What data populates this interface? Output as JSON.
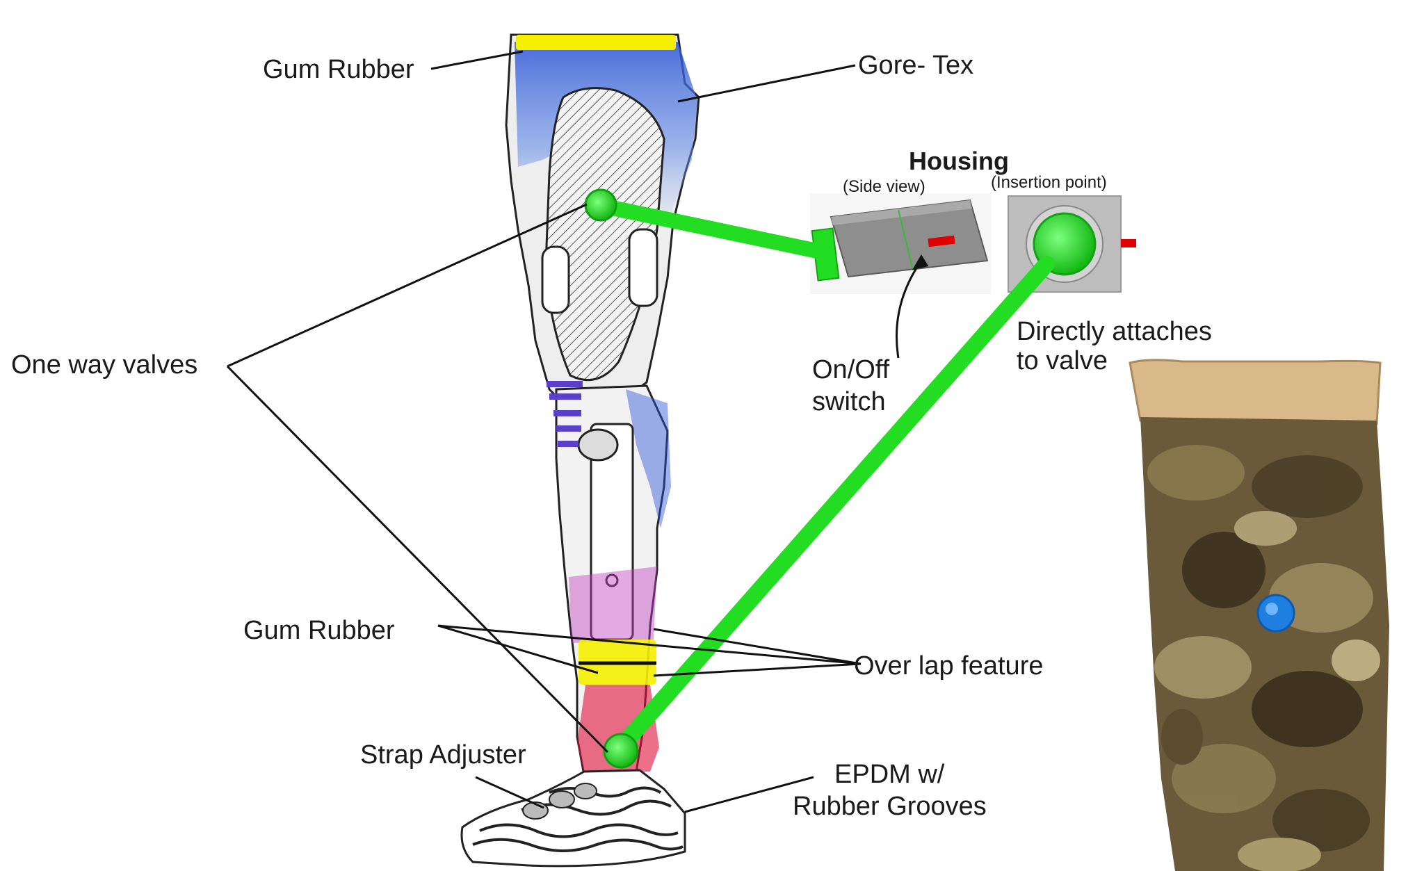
{
  "labels": {
    "gum_rubber_top": "Gum Rubber",
    "gore_tex": "Gore- Tex",
    "one_way_valves": "One way valves",
    "housing_title": "Housing",
    "side_view": "(Side view)",
    "insertion_point": "(Insertion point)",
    "on_off_line1": "On/Off",
    "on_off_line2": "switch",
    "directly_line1": "Directly attaches",
    "directly_line2": "to valve",
    "gum_rubber_bottom": "Gum Rubber",
    "over_lap": "Over lap feature",
    "strap_adjuster": "Strap Adjuster",
    "epdm_line1": "EPDM w/",
    "epdm_line2": "Rubber Grooves"
  },
  "colors": {
    "valve_green": "#22dd22",
    "gum_rubber_yellow": "#f5f000",
    "gore_tex_blue": "#2b55d6",
    "overlap_purple": "#c040c0",
    "ankle_red": "#e0103a",
    "housing_gray": "#8e8e8e",
    "switch_red": "#e00000",
    "socket_tan": "#d9b98a",
    "camo_brown": "#6b5a3a",
    "cap_blue": "#1e7fe0"
  },
  "icons": {
    "leg": "prosthetic-leg-illustration",
    "housing": "housing-box",
    "socket": "camo-socket-photo"
  }
}
